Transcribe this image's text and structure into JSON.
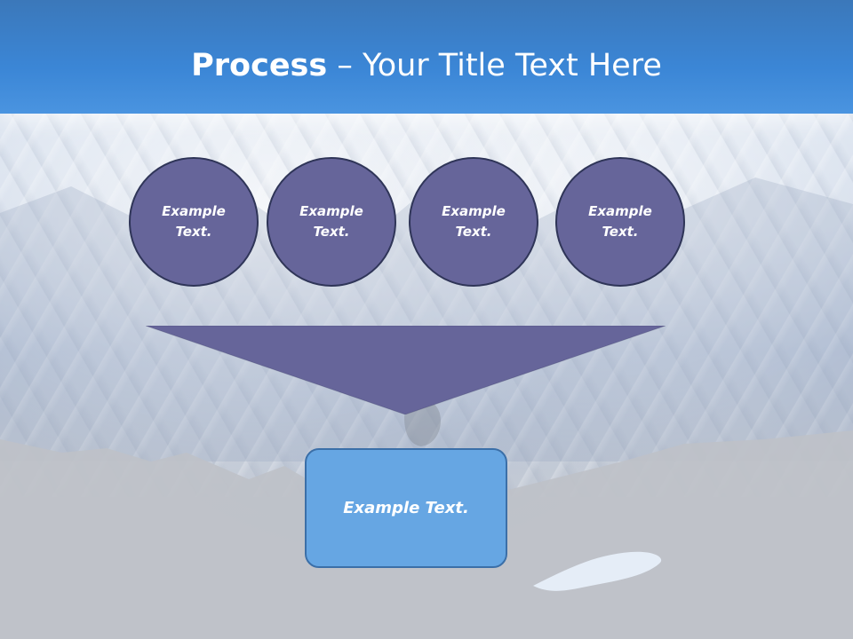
{
  "slide": {
    "title_strong": "Process",
    "title_rest": " – Your Title Text Here",
    "circles": [
      {
        "line1": "Example",
        "line2": "Text."
      },
      {
        "line1": "Example",
        "line2": "Text."
      },
      {
        "line1": "Example",
        "line2": "Text."
      },
      {
        "line1": "Example",
        "line2": "Text."
      }
    ],
    "result": "Example Text."
  },
  "colors": {
    "header": "#3b86d6",
    "circle_fill": "#66659a",
    "circle_border": "#2f3558",
    "result_fill": "#66a6e3",
    "result_border": "#3b6fa8",
    "text": "#ffffff"
  }
}
